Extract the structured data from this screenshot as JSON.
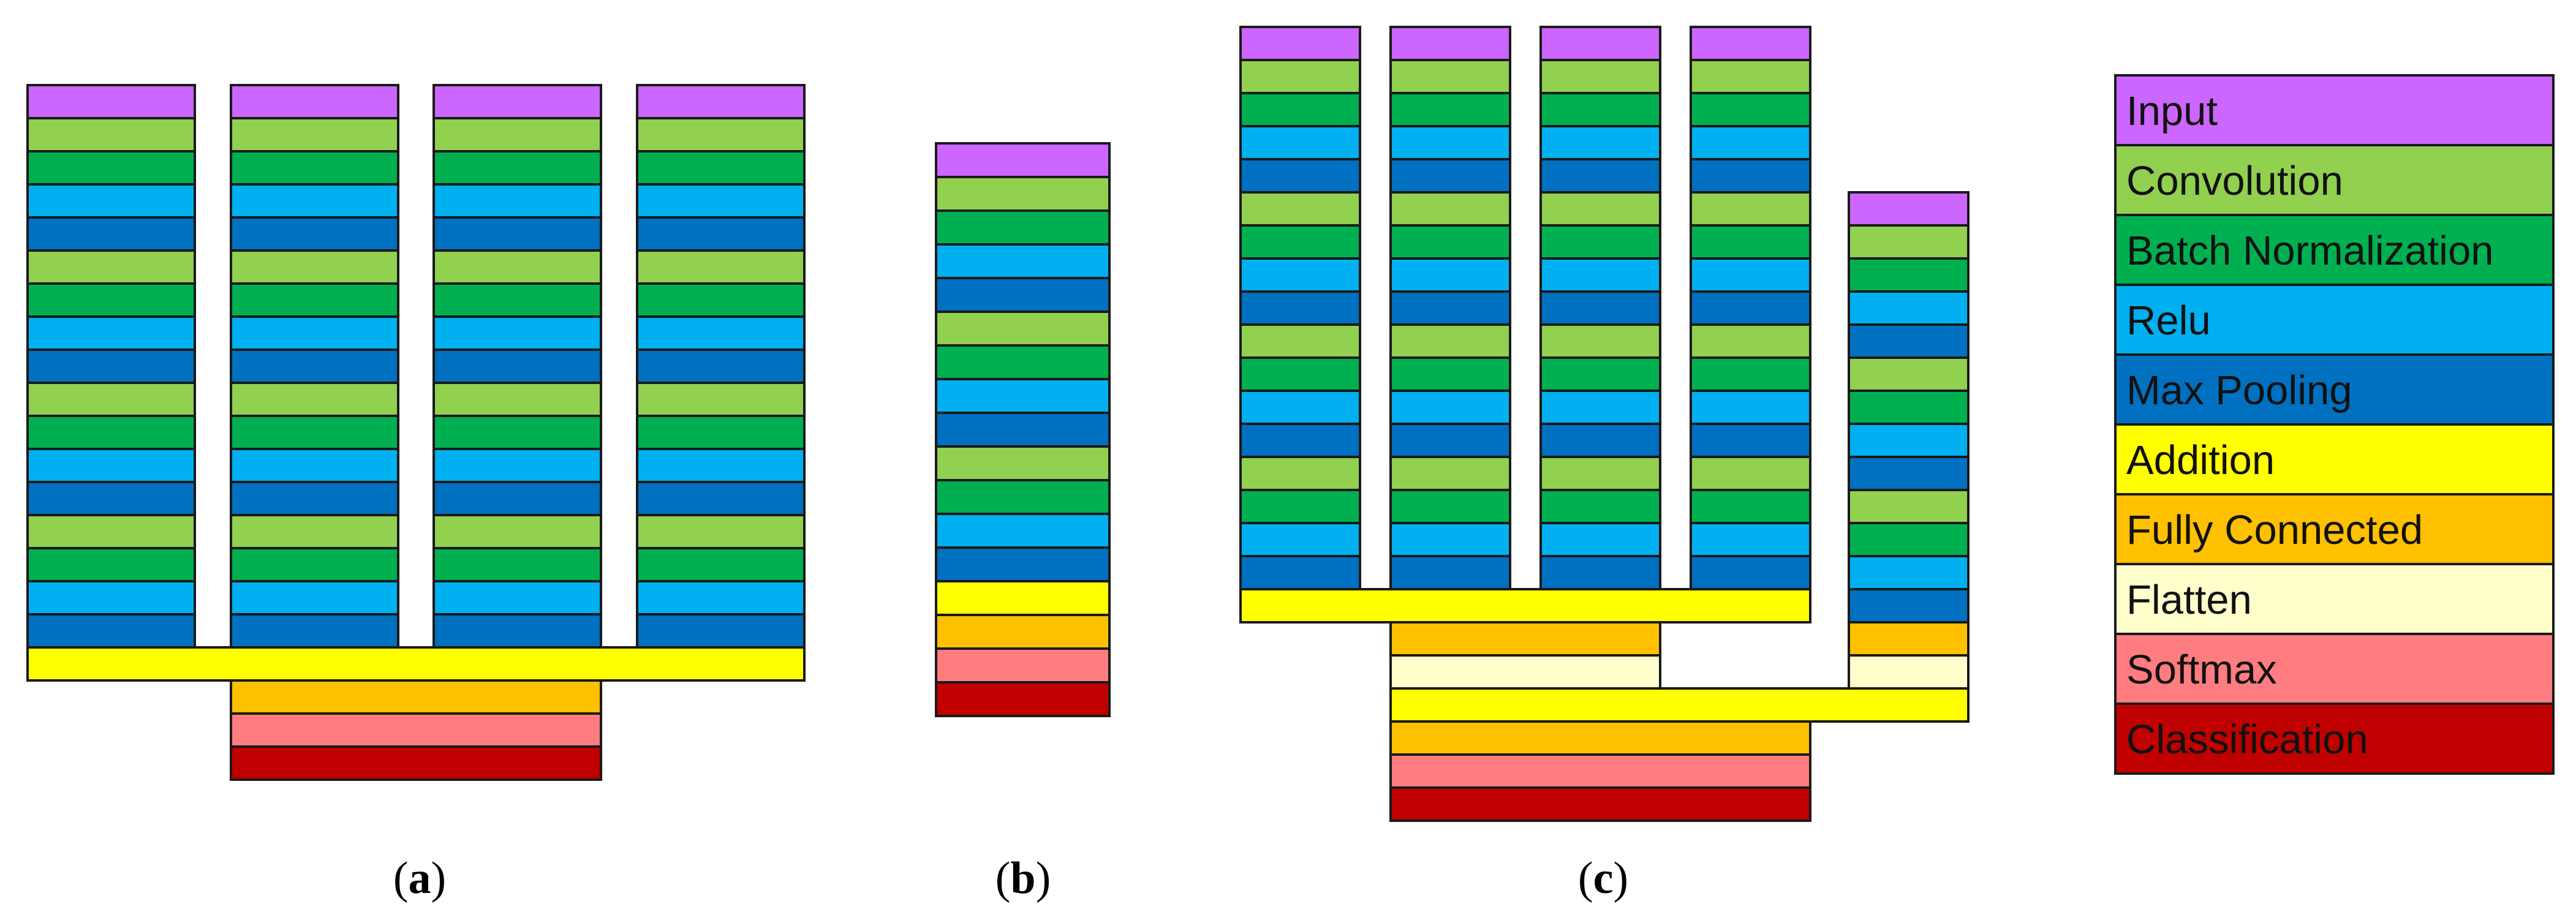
{
  "layer_types": {
    "input": {
      "label": "Input",
      "color": "#CC66FF"
    },
    "conv": {
      "label": "Convolution",
      "color": "#92D050"
    },
    "bn": {
      "label": "Batch Normalization",
      "color": "#00B050"
    },
    "relu": {
      "label": "Relu",
      "color": "#00B0F0"
    },
    "pool": {
      "label": "Max Pooling",
      "color": "#0070C0"
    },
    "add": {
      "label": "Addition",
      "color": "#FFFF00"
    },
    "fc": {
      "label": "Fully Connected",
      "color": "#FFC000"
    },
    "flat": {
      "label": "Flatten",
      "color": "#FFFFCC"
    },
    "softmax": {
      "label": "Softmax",
      "color": "#FF7C80"
    },
    "class": {
      "label": "Classification",
      "color": "#C00000"
    }
  },
  "legend_order": [
    "input",
    "conv",
    "bn",
    "relu",
    "pool",
    "add",
    "fc",
    "flat",
    "softmax",
    "class"
  ],
  "panels": [
    {
      "id": "a",
      "caption_open": "(",
      "caption_letter": "a",
      "caption_close": ")",
      "branches": [
        [
          "input",
          "conv",
          "bn",
          "relu",
          "pool",
          "conv",
          "bn",
          "relu",
          "pool",
          "conv",
          "bn",
          "relu",
          "pool",
          "conv",
          "bn",
          "relu",
          "pool"
        ],
        [
          "input",
          "conv",
          "bn",
          "relu",
          "pool",
          "conv",
          "bn",
          "relu",
          "pool",
          "conv",
          "bn",
          "relu",
          "pool",
          "conv",
          "bn",
          "relu",
          "pool"
        ],
        [
          "input",
          "conv",
          "bn",
          "relu",
          "pool",
          "conv",
          "bn",
          "relu",
          "pool",
          "conv",
          "bn",
          "relu",
          "pool",
          "conv",
          "bn",
          "relu",
          "pool"
        ],
        [
          "input",
          "conv",
          "bn",
          "relu",
          "pool",
          "conv",
          "bn",
          "relu",
          "pool",
          "conv",
          "bn",
          "relu",
          "pool",
          "conv",
          "bn",
          "relu",
          "pool"
        ]
      ],
      "merge": [
        "add"
      ],
      "head": [
        "fc",
        "softmax",
        "class"
      ]
    },
    {
      "id": "b",
      "caption_open": "(",
      "caption_letter": "b",
      "caption_close": ")",
      "stack": [
        "input",
        "conv",
        "bn",
        "relu",
        "pool",
        "conv",
        "bn",
        "relu",
        "pool",
        "conv",
        "bn",
        "relu",
        "pool",
        "add",
        "fc",
        "softmax",
        "class"
      ]
    },
    {
      "id": "c",
      "caption_open": "(",
      "caption_letter": "c",
      "caption_close": ")",
      "branches": [
        [
          "input",
          "conv",
          "bn",
          "relu",
          "pool",
          "conv",
          "bn",
          "relu",
          "pool",
          "conv",
          "bn",
          "relu",
          "pool",
          "conv",
          "bn",
          "relu",
          "pool"
        ],
        [
          "input",
          "conv",
          "bn",
          "relu",
          "pool",
          "conv",
          "bn",
          "relu",
          "pool",
          "conv",
          "bn",
          "relu",
          "pool",
          "conv",
          "bn",
          "relu",
          "pool"
        ],
        [
          "input",
          "conv",
          "bn",
          "relu",
          "pool",
          "conv",
          "bn",
          "relu",
          "pool",
          "conv",
          "bn",
          "relu",
          "pool",
          "conv",
          "bn",
          "relu",
          "pool"
        ],
        [
          "input",
          "conv",
          "bn",
          "relu",
          "pool",
          "conv",
          "bn",
          "relu",
          "pool",
          "conv",
          "bn",
          "relu",
          "pool",
          "conv",
          "bn",
          "relu",
          "pool"
        ]
      ],
      "merge": [
        "add"
      ],
      "branch_head": [
        "fc",
        "flat"
      ],
      "side_branch": [
        "input",
        "conv",
        "bn",
        "relu",
        "pool",
        "conv",
        "bn",
        "relu",
        "pool",
        "conv",
        "bn",
        "relu",
        "pool",
        "fc",
        "flat"
      ],
      "join": [
        "add"
      ],
      "head": [
        "fc",
        "softmax",
        "class"
      ]
    }
  ]
}
